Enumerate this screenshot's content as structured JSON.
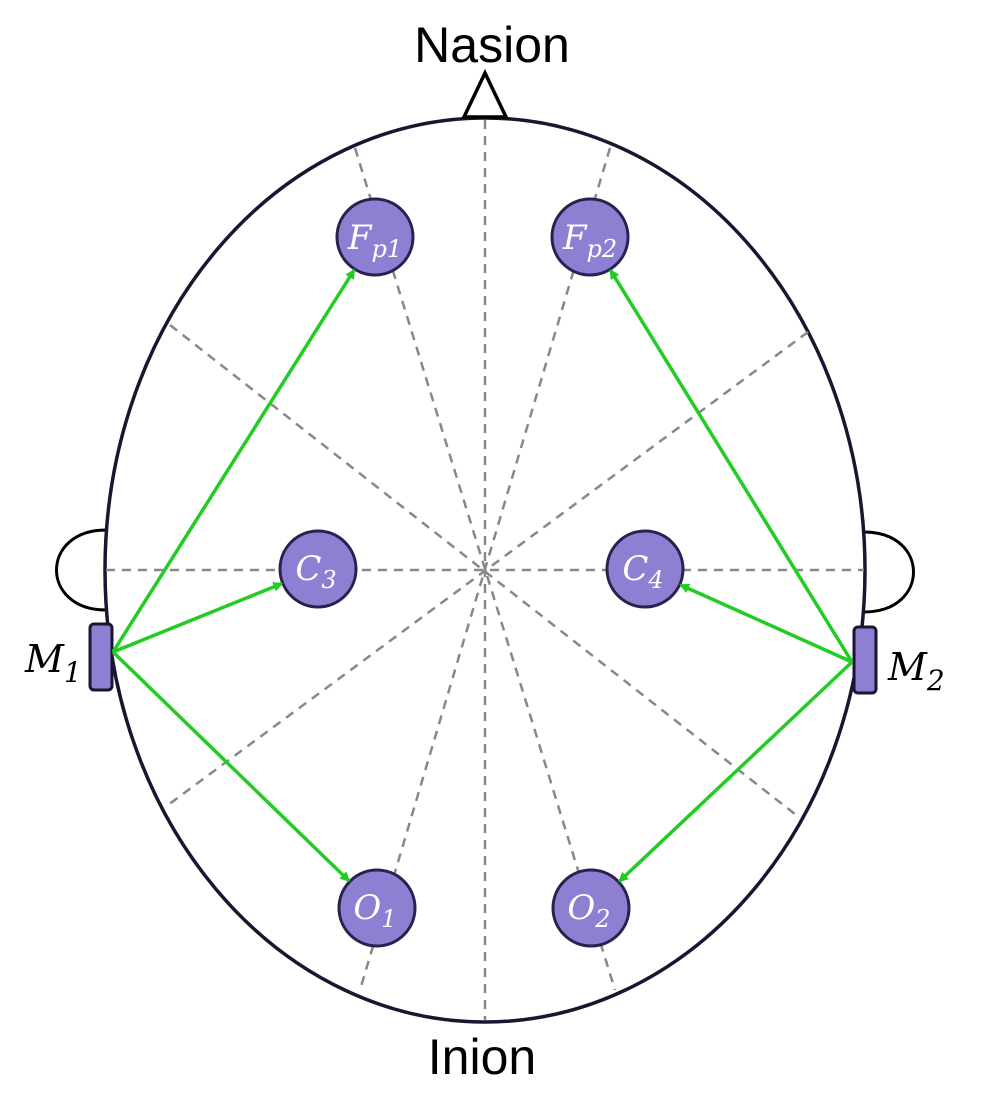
{
  "landmarks": {
    "nasion": "Nasion",
    "inion": "Inion"
  },
  "references": {
    "m1": {
      "base": "M",
      "sub": "1"
    },
    "m2": {
      "base": "M",
      "sub": "2"
    }
  },
  "electrodes": {
    "fp1": {
      "base": "F",
      "sub": "p1"
    },
    "fp2": {
      "base": "F",
      "sub": "p2"
    },
    "c3": {
      "base": "C",
      "sub": "3"
    },
    "c4": {
      "base": "C",
      "sub": "4"
    },
    "o1": {
      "base": "O",
      "sub": "1"
    },
    "o2": {
      "base": "O",
      "sub": "2"
    }
  },
  "connections": [
    {
      "from": "m1",
      "to": "fp1"
    },
    {
      "from": "m1",
      "to": "c3"
    },
    {
      "from": "m1",
      "to": "o1"
    },
    {
      "from": "m2",
      "to": "fp2"
    },
    {
      "from": "m2",
      "to": "c4"
    },
    {
      "from": "m2",
      "to": "o2"
    }
  ],
  "colors": {
    "head_outline": "#1a1530",
    "electrode_fill": "#8f7fd3",
    "electrode_stroke": "#2a2150",
    "arrow": "#22cc22",
    "guide": "#888888",
    "reference_fill": "#8f7fd3"
  }
}
